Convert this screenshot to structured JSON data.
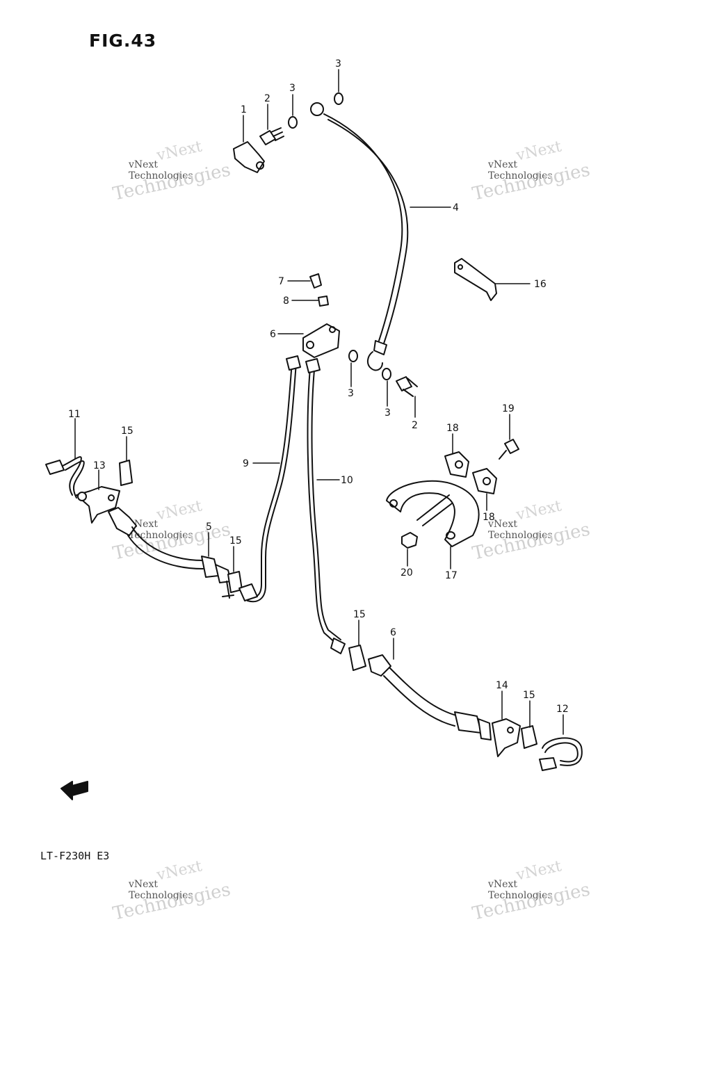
{
  "figure": {
    "title": "FIG.43",
    "model": "LT-F230H E3"
  },
  "watermark": {
    "line1": "vNext",
    "line2": "vNext Technologies",
    "line3": "Technologies"
  },
  "callouts": [
    "1",
    "2",
    "3",
    "3",
    "4",
    "16",
    "7",
    "8",
    "6",
    "3",
    "3",
    "2",
    "11",
    "15",
    "13",
    "9",
    "10",
    "5",
    "15",
    "18",
    "19",
    "18",
    "20",
    "17",
    "15",
    "6",
    "14",
    "15",
    "12"
  ],
  "colors": {
    "ink": "#111111",
    "watermark": "#cccccc"
  }
}
